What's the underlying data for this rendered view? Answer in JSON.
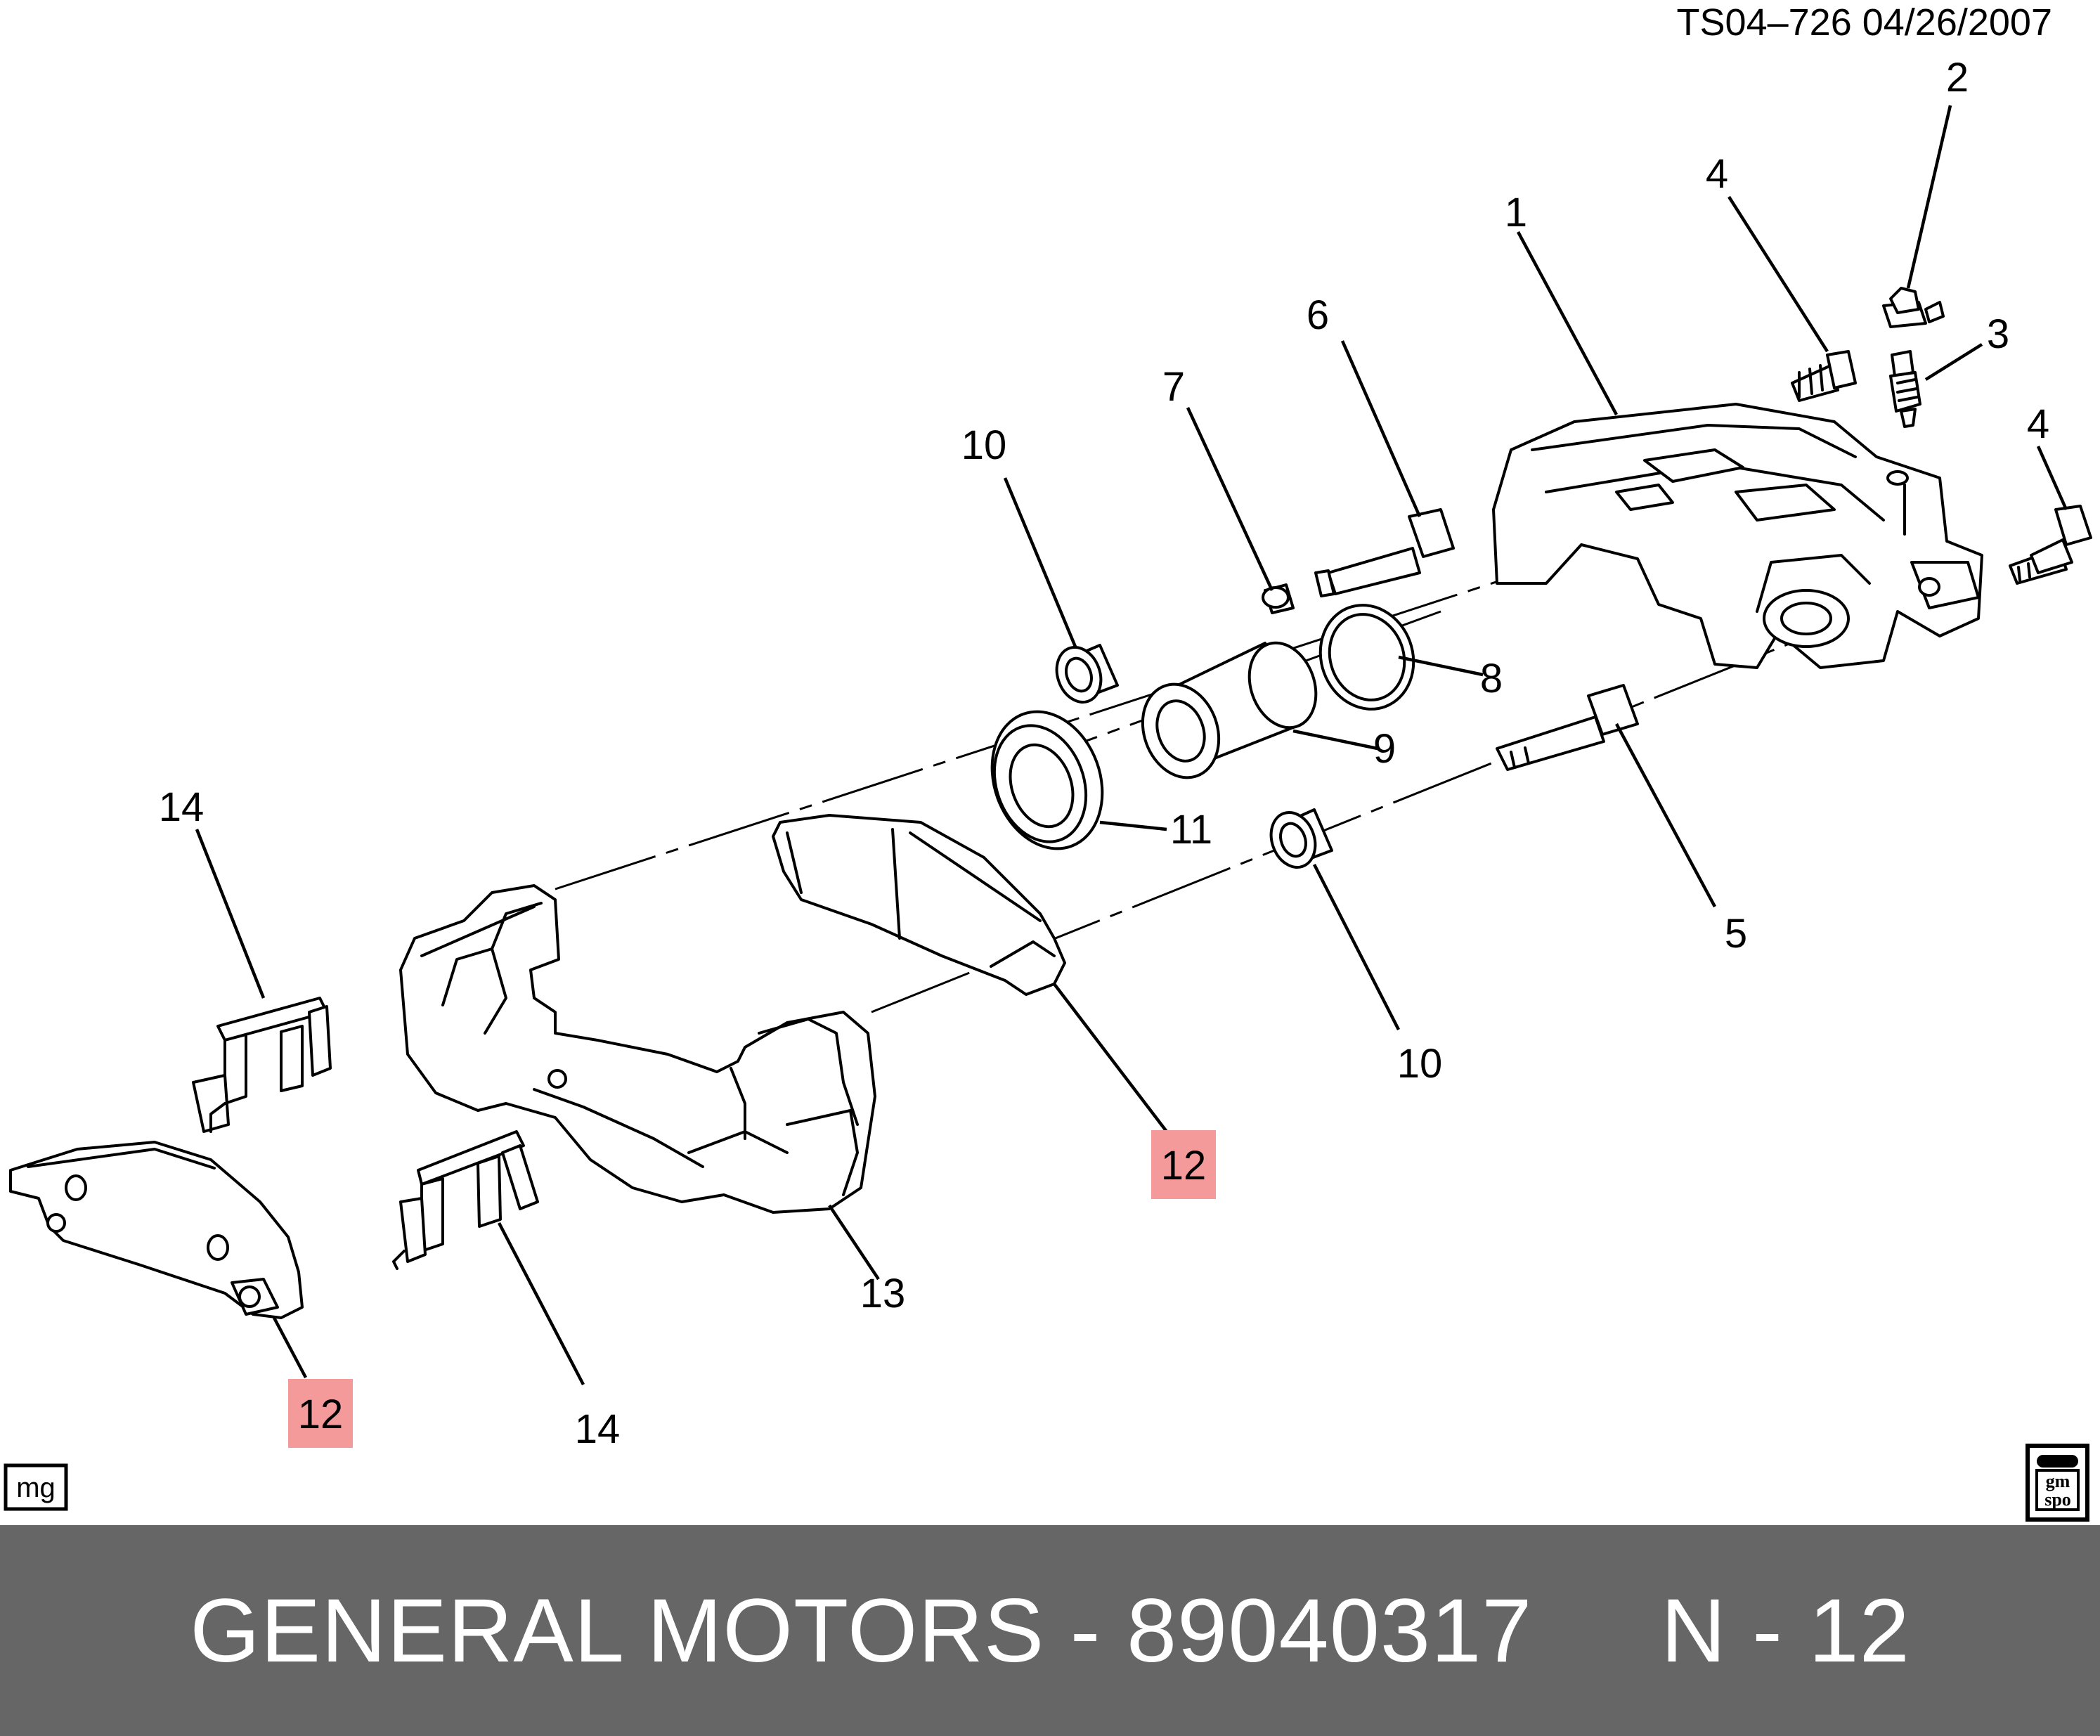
{
  "header": {
    "doc_ref": "TS04–726  04/26/2007"
  },
  "callouts": {
    "c1": "1",
    "c2": "2",
    "c3": "3",
    "c4a": "4",
    "c4b": "4",
    "c5": "5",
    "c6": "6",
    "c7": "7",
    "c8": "8",
    "c9": "9",
    "c10a": "10",
    "c10b": "10",
    "c11": "11",
    "c12a": "12",
    "c12b": "12",
    "c13": "13",
    "c14a": "14",
    "c14b": "14"
  },
  "highlighted_callouts": [
    "c12a",
    "c12b"
  ],
  "highlight_color": "#f59a9a",
  "badges": {
    "left": "mg",
    "right_top": "gm",
    "right_bottom": "spo"
  },
  "footer": {
    "text": "GENERAL MOTORS - 89040317     N - 12",
    "background": "#666666",
    "color": "#ffffff"
  }
}
